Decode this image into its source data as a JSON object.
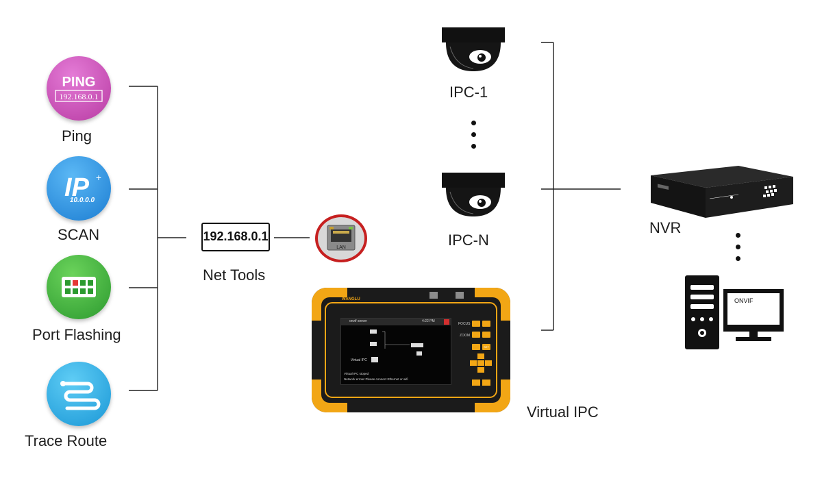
{
  "tools": [
    {
      "label": "Ping",
      "icon": "ping-icon",
      "icon_title": "PING",
      "icon_text": "192.168.0.1",
      "color": "#c54fb2"
    },
    {
      "label": "SCAN",
      "icon": "ip-scan-icon",
      "icon_title": "IP",
      "icon_text": "10.0.0.0",
      "color": "#2a8fe0"
    },
    {
      "label": "Port Flashing",
      "icon": "port-flashing-icon",
      "color": "#3aa63a"
    },
    {
      "label": "Trace Route",
      "icon": "trace-route-icon",
      "color": "#27a6e0"
    }
  ],
  "net_tools": {
    "label": "Net Tools",
    "ip_display": "192.168.0.1",
    "lan_label": "LAN"
  },
  "cameras": [
    {
      "label": "IPC-1",
      "icon": "dome-camera-icon"
    },
    {
      "label": "IPC-N",
      "icon": "dome-camera-icon"
    }
  ],
  "nvr": {
    "label": "NVR",
    "icon": "nvr-icon"
  },
  "workstation": {
    "screen_text": "ONVIF",
    "icon": "computer-icon"
  },
  "device": {
    "label": "Virtual IPC",
    "brand": "WANGLU",
    "screen_title": "onvif server",
    "screen_time": "4:22 PM",
    "screen_caption": "Virtual IPC",
    "status_line_1": "Virtual IPC stoped",
    "status_line_2": "Network errow! Please connect Ethernet or wifi",
    "focus_label": "FOCUS",
    "zoom_label": "ZOOM",
    "set_label": "SET",
    "accent_color": "#f2a615"
  }
}
